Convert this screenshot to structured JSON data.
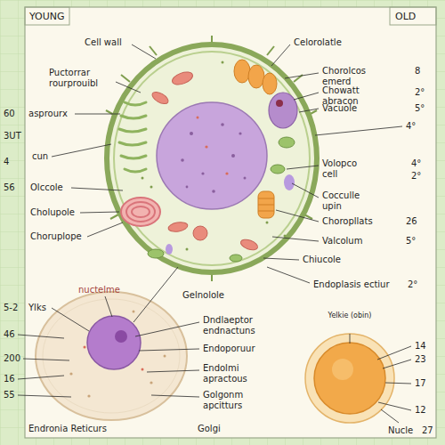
{
  "diagram": {
    "labels": [
      "YOUNG",
      "OLD",
      "Cell wall",
      "Celorolatle",
      "Puctorrar rourprouibl",
      "Chorolcos emerd",
      "8",
      "Chowatt abracon",
      "2°",
      "Vacuole",
      "5°",
      "4°",
      "60",
      "asprourx",
      "3UT",
      "cun",
      "4",
      "Volopco cell",
      "4°",
      "2°",
      "56",
      "Olccole",
      "Cocculle upin",
      "Cholupole",
      "Choropllats",
      "26",
      "Choruplope",
      "Valcolum",
      "5°",
      "Chiucole",
      "Endoplasis ectiur",
      "2°",
      "Gelnolole",
      "nuctelme",
      "5-2",
      "Ylks",
      "46",
      "200",
      "16",
      "55",
      "Dndlaeptor endnactuns",
      "Endoporuur",
      "Endolmi apractous",
      "Golgonm apcitturs",
      "Golgi",
      "Endronia Reticurs",
      "Yelkie (obin)",
      "14",
      "23",
      "17",
      "12",
      "Nucle",
      "27"
    ]
  }
}
